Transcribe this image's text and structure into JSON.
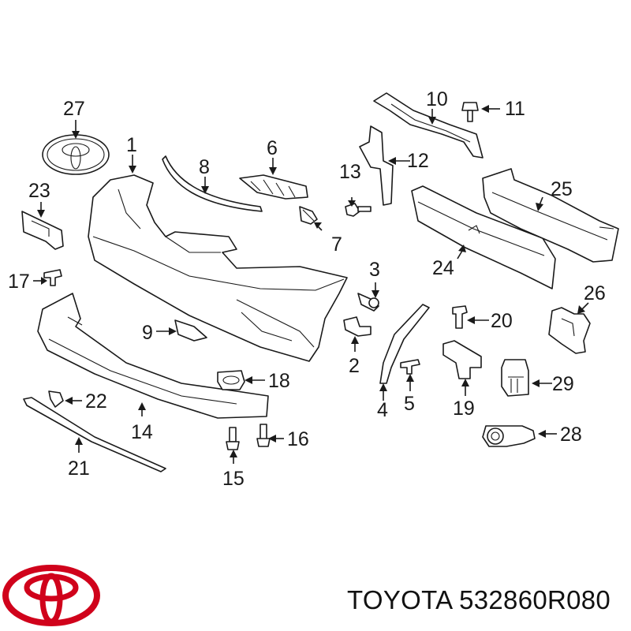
{
  "caption": "TOYOTA 532860R080",
  "brand_color": "#d0021b",
  "callouts": {
    "c1": "1",
    "c2": "2",
    "c3": "3",
    "c4": "4",
    "c5": "5",
    "c6": "6",
    "c7": "7",
    "c8": "8",
    "c9": "9",
    "c10": "10",
    "c11": "11",
    "c12": "12",
    "c13": "13",
    "c14": "14",
    "c15": "15",
    "c16": "16",
    "c17": "17",
    "c18": "18",
    "c19": "19",
    "c20": "20",
    "c21": "21",
    "c22": "22",
    "c23": "23",
    "c24": "24",
    "c25": "25",
    "c26": "26",
    "c27": "27",
    "c28": "28",
    "c29": "29"
  }
}
